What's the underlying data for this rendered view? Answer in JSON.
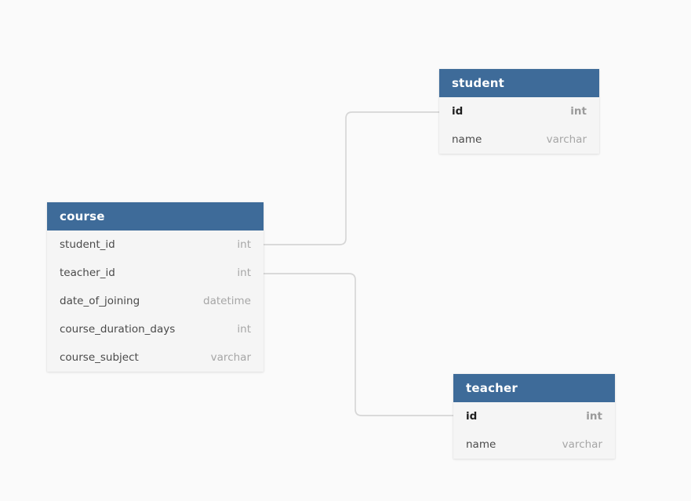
{
  "diagram": {
    "background_color": "#fafafa",
    "table_header_color": "#3e6b99",
    "table_body_color": "#f5f5f5",
    "connector_color": "#d6d6d6"
  },
  "tables": [
    {
      "name": "student",
      "fields": [
        {
          "name": "id",
          "type": "int",
          "pk": true
        },
        {
          "name": "name",
          "type": "varchar",
          "pk": false
        }
      ]
    },
    {
      "name": "course",
      "fields": [
        {
          "name": "student_id",
          "type": "int",
          "pk": false
        },
        {
          "name": "teacher_id",
          "type": "int",
          "pk": false
        },
        {
          "name": "date_of_joining",
          "type": "datetime",
          "pk": false
        },
        {
          "name": "course_duration_days",
          "type": "int",
          "pk": false
        },
        {
          "name": "course_subject",
          "type": "varchar",
          "pk": false
        }
      ]
    },
    {
      "name": "teacher",
      "fields": [
        {
          "name": "id",
          "type": "int",
          "pk": true
        },
        {
          "name": "name",
          "type": "varchar",
          "pk": false
        }
      ]
    }
  ],
  "relationships": [
    {
      "from": "course.student_id",
      "to": "student.id"
    },
    {
      "from": "course.teacher_id",
      "to": "teacher.id"
    }
  ]
}
